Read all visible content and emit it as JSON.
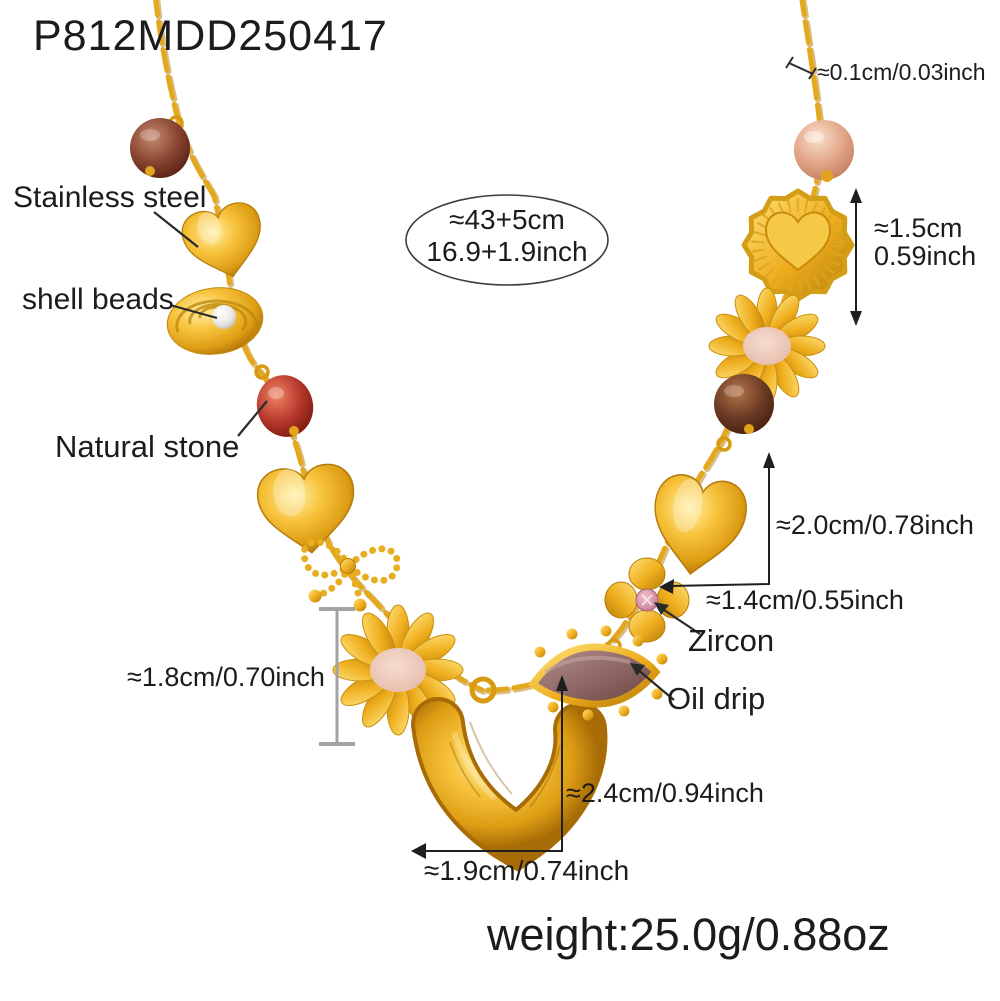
{
  "product": {
    "sku": "P812MDD250417",
    "weight_label": "weight:25.0g/0.88oz"
  },
  "chain_length_badge": {
    "cm": "≈43+5cm",
    "inch": "16.9+1.9inch"
  },
  "material_labels": {
    "stainless_steel": "Stainless steel",
    "shell_beads": "shell beads",
    "natural_stone": "Natural stone",
    "zircon": "Zircon",
    "oil_drip": "Oil drip"
  },
  "measurements": {
    "chain_thickness": "≈0.1cm/0.03inch",
    "heart_medallion_height_cm": "≈1.5cm",
    "heart_medallion_height_inch": "0.59inch",
    "right_heart_height": "≈2.0cm/0.78inch",
    "clover_flower_width": "≈1.4cm/0.55inch",
    "daisy_charm_height": "≈1.8cm/0.70inch",
    "big_heart_height": "≈2.4cm/0.94inch",
    "big_heart_width": "≈1.9cm/0.74inch"
  },
  "colors": {
    "gold": "#e8ab1e",
    "gold_dark": "#b57c09",
    "text": "#1c1c1c",
    "measure_gray": "#a3a3a3",
    "agate_red_brown": "#8a4632",
    "natural_stone_red": "#b5372a",
    "peach_stone": "#e2a486",
    "brown_stone": "#6b3a24",
    "pearl": "#f2efec",
    "daisy_center_pink": "#ecc9ba",
    "zircon_pink": "#d391a5",
    "oil_drip_mauve": "#8d6663"
  }
}
